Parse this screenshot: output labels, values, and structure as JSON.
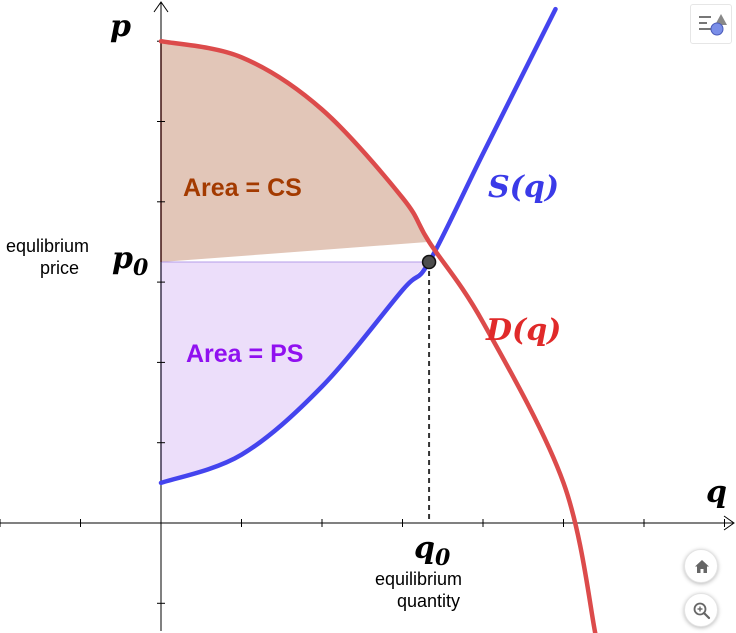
{
  "chart_data": {
    "type": "area",
    "axes": {
      "x_label": "q",
      "y_label": "p"
    },
    "grid": false,
    "demand": {
      "name": "D(q)",
      "color": "#dc4b4b",
      "points": [
        [
          0,
          6
        ],
        [
          1,
          5.8
        ],
        [
          2,
          5.15
        ],
        [
          3,
          4.05
        ],
        [
          3.33,
          3.5
        ],
        [
          4,
          2.5
        ],
        [
          5,
          0.5
        ],
        [
          5.4,
          -1.4
        ]
      ]
    },
    "supply": {
      "name": "S(q)",
      "color": "#4444ee",
      "points": [
        [
          0,
          0.5
        ],
        [
          1,
          0.85
        ],
        [
          2,
          1.7
        ],
        [
          3,
          2.9
        ],
        [
          3.33,
          3.25
        ],
        [
          4,
          4.6
        ],
        [
          4.9,
          6.4
        ]
      ]
    },
    "equilibrium": {
      "q": 3.33,
      "p": 3.25,
      "x_label": "q0",
      "y_label": "p0"
    },
    "regions": [
      {
        "name": "consumer-surplus",
        "label": "Area = CS",
        "fill": "#e2c6b8",
        "text_color": "#a33a00"
      },
      {
        "name": "producer-surplus",
        "label": "Area = PS",
        "fill": "#ecdefa",
        "text_color": "#9010f0"
      }
    ]
  },
  "labels": {
    "p_axis": "p",
    "q_axis": "q",
    "p0_main": "p",
    "p0_sub": "0",
    "q0_main": "q",
    "q0_sub": "0",
    "eq_price_line1": "equlibrium",
    "eq_price_line2": "price",
    "eq_qty_line1": "equilibrium",
    "eq_qty_line2": "quantity",
    "cs_label": "Area = CS",
    "ps_label": "Area = PS",
    "supply_label": "S(q)",
    "demand_label": "D(q)"
  },
  "toolbar": {
    "style_bar_icon": "style-bar-toggle-icon",
    "home_icon": "home-icon",
    "zoom_icon": "zoom-in-icon"
  }
}
